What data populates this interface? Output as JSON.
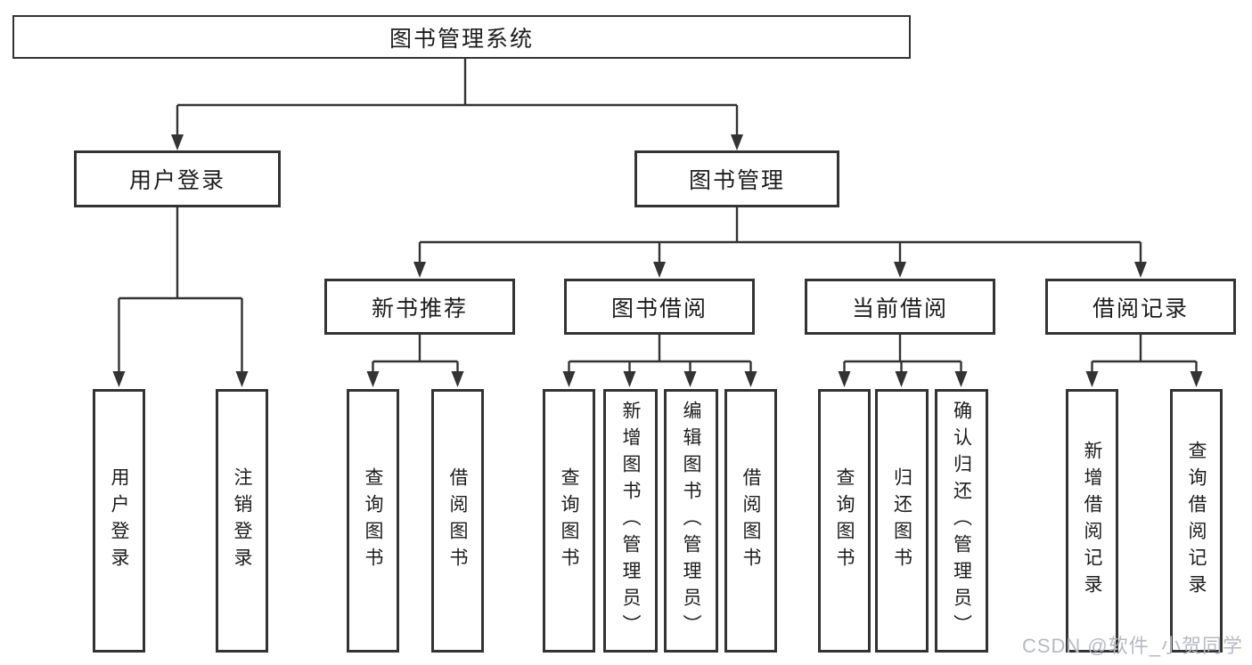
{
  "diagram": {
    "title_node": {
      "label": "图书管理系统"
    },
    "level1": [
      {
        "label": "用户登录"
      },
      {
        "label": "图书管理"
      }
    ],
    "level2": [
      {
        "label": "新书推荐",
        "parent": "图书管理"
      },
      {
        "label": "图书借阅",
        "parent": "图书管理"
      },
      {
        "label": "当前借阅",
        "parent": "图书管理"
      },
      {
        "label": "借阅记录",
        "parent": "图书管理"
      }
    ],
    "leaves": [
      {
        "label": "用户登录",
        "parent": "用户登录"
      },
      {
        "label": "注销登录",
        "parent": "用户登录"
      },
      {
        "label": "查询图书",
        "parent": "新书推荐"
      },
      {
        "label": "借阅图书",
        "parent": "新书推荐"
      },
      {
        "label": "查询图书",
        "parent": "图书借阅"
      },
      {
        "label": "新增图书（管理员）",
        "parent": "图书借阅"
      },
      {
        "label": "编辑图书（管理员）",
        "parent": "图书借阅"
      },
      {
        "label": "借阅图书",
        "parent": "图书借阅"
      },
      {
        "label": "查询图书",
        "parent": "当前借阅"
      },
      {
        "label": "归还图书",
        "parent": "当前借阅"
      },
      {
        "label": "确认归还（管理员）",
        "parent": "当前借阅"
      },
      {
        "label": "新增借阅记录",
        "parent": "借阅记录"
      },
      {
        "label": "查询借阅记录",
        "parent": "借阅记录"
      }
    ],
    "watermark": "CSDN @软件_小贺同学"
  },
  "colors": {
    "line": "#333333",
    "text": "#1d1d1f",
    "watermark": "#b6bac1",
    "background": "#ffffff"
  }
}
